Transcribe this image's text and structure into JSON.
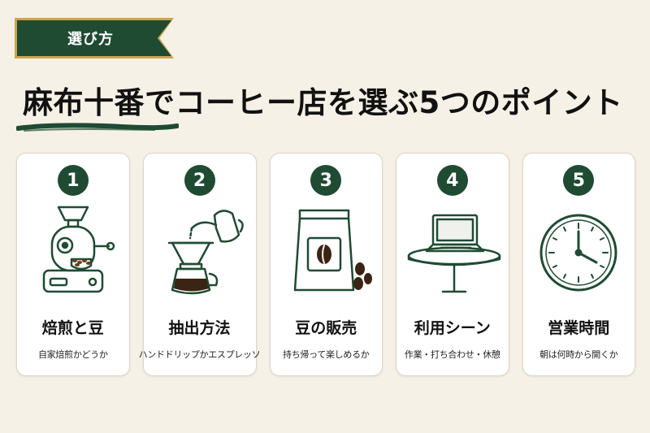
{
  "badge": {
    "label": "選び方"
  },
  "headline": {
    "title": "麻布十番でコーヒー店を選ぶ5つのポイント"
  },
  "colors": {
    "primary_green": "#1f4b33",
    "gold": "#c9a64a",
    "background": "#f6f1e6"
  },
  "cards": [
    {
      "number": "1",
      "title": "焙煎と豆",
      "subtitle": "自家焙煎かどうか",
      "icon": "coffee-roaster-icon"
    },
    {
      "number": "2",
      "title": "抽出方法",
      "subtitle": "ハンドドリップかエスプレッソ",
      "icon": "pour-over-icon"
    },
    {
      "number": "3",
      "title": "豆の販売",
      "subtitle": "持ち帰って楽しめるか",
      "icon": "coffee-bag-icon"
    },
    {
      "number": "4",
      "title": "利用シーン",
      "subtitle": "作業・打ち合わせ・休憩",
      "icon": "laptop-table-icon"
    },
    {
      "number": "5",
      "title": "営業時間",
      "subtitle": "朝は何時から開くか",
      "icon": "clock-icon"
    }
  ]
}
